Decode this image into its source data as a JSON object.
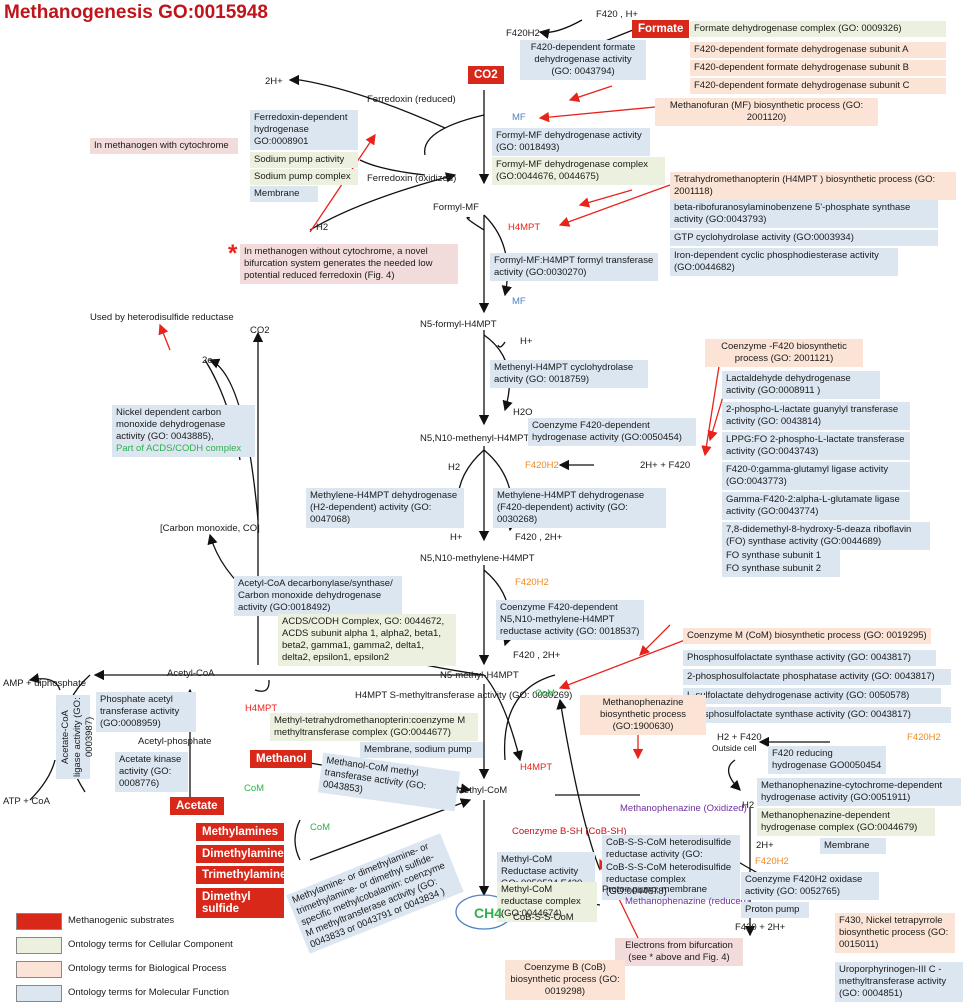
{
  "title": "Methanogenesis GO:0015948",
  "substrates": {
    "formate": "Formate",
    "co2": "CO2",
    "methanol": "Methanol",
    "acetate": "Acetate",
    "methylamines": "Methylamines",
    "dimethylamine": "Dimethylamine",
    "trimethylamine": "Trimethylamine",
    "dimethylsulfide": "Dimethyl sulfide"
  },
  "formate_go": [
    "Formate dehydrogenase complex (GO: 0009326)",
    "F420-dependent formate dehydrogenase subunit A",
    "F420-dependent formate dehydrogenase subunit B",
    "F420-dependent formate dehydrogenase subunit C"
  ],
  "f420_formate_dh": "F420-dependent formate dehydrogenase activity (GO: 0043794)",
  "f420h2_top": "F420H2",
  "f420_hplus_top": "F420 , H+",
  "mf_biosynth": "Methanofuran (MF) biosynthetic process (GO: 2001120)",
  "h4mpt_biosynth": "Tetrahydromethanopterin (H4MPT ) biosynthetic process (GO: 2001118)",
  "h4mpt_genes": [
    "beta-ribofuranosylaminobenzene 5'-phosphate synthase activity (GO:0043793)",
    "GTP cyclohydrolase activity (GO:0003934)",
    "Iron-dependent cyclic phosphodiesterase activity (GO:0044682)"
  ],
  "ferredoxin": {
    "reduced": "Ferredoxin (reduced)",
    "oxidized": "Ferredoxin (oxidized)",
    "h2plus": "2H+",
    "h2": "H2",
    "hydrogenase": "Ferredoxin-dependent hydrogenase GO:0008901",
    "sodium_pump": "Sodium pump activity",
    "sodium_complex": "Sodium pump complex",
    "membrane": "Membrane",
    "with_cyt": "In methanogen with cytochrome",
    "without_cyt": "In methanogen without cytochrome, a novel bifurcation system generates the needed low potential reduced ferredoxin (Fig. 4)"
  },
  "asterisk": "*",
  "mf": "MF",
  "formyl_mf_dh": "Formyl-MF dehydrogenase activity (GO: 0018493)",
  "formyl_mf_complex": "Formyl-MF dehydrogenase complex (GO:0044676, 0044675)",
  "formyl_mf": "Formyl-MF",
  "h4mpt": "H4MPT",
  "formyl_transferase": "Formyl-MF:H4MPT formyl transferase activity (GO:0030270)",
  "n5_formyl": "N5-formyl-H4MPT",
  "hplus": "H+",
  "h2o": "H2O",
  "cyclohydrolase": "Methenyl-H4MPT cyclohydrolase activity (GO: 0018759)",
  "methenyl": "N5,N10-methenyl-H4MPT",
  "coenzyme_f420_dh": "Coenzyme F420-dependent hydrogenase activity (GO:0050454)",
  "f420h2": "F420H2",
  "h2plus_f420": "2H+ + F420",
  "mtd_h2": "Methylene-H4MPT dehydrogenase (H2-dependent) activity (GO: 0047068)",
  "mtd_f420": "Methylene-H4MPT dehydrogenase (F420-dependent) activity (GO: 0030268)",
  "h2": "H2",
  "f420_2h": "F420 , 2H+",
  "methylene": "N5,N10-methylene-H4MPT",
  "mer": "Coenzyme F420-dependent N5,N10-methylene-H4MPT reductase activity (GO: 0018537)",
  "f420_2h_b": "F420 , 2H+",
  "methyl_h4mpt": "N5-methyl-H4MPT",
  "coenzyme_f420_biosynth": "Coenzyme -F420 biosynthetic process (GO: 2001121)",
  "f420_genes": [
    "Lactaldehyde dehydrogenase activity (GO:0008911 )",
    "2-phospho-L-lactate guanylyl transferase activity (GO: 0043814)",
    "LPPG:FO 2-phospho-L-lactate transferase activity (GO:0043743)",
    "F420-0:gamma-glutamyl ligase activity (GO:0043773)",
    "Gamma-F420-2:alpha-L-glutamate ligase activity (GO:0043774)",
    "7,8-didemethyl-8-hydroxy-5-deaza riboflavin (FO) synthase activity (GO:0044689)",
    "FO synthase subunit 1",
    "FO synthase subunit 2"
  ],
  "co_dh": "Nickel dependent carbon monoxide dehydrogenase activity (GO: 0043885),",
  "acds_part": "Part of ACDS/CODH complex",
  "used_by_hdr": "Used by heterodisulfide reductase",
  "co2_left": "CO2",
  "two_e": "2e-",
  "carbon_monoxide": "[Carbon monoxide, CO]",
  "acds": "Acetyl-CoA decarbonylase/synthase/ Carbon monoxide dehydrogenase activity (GO:0018492)",
  "acds_complex": "ACDS/CODH Complex, GO: 0044672, ACDS subunit alpha 1, alpha2, beta1, beta2, gamma1, gamma2, delta1, delta2, epsilon1, epsilon2",
  "acetyl_coa": "Acetyl-CoA",
  "amp": "AMP + diphosphate",
  "atp": "ATP + CoA",
  "acetate_ligase": "Acetate-CoA ligase activity (GO: 0003987)",
  "pta": "Phosphate acetyl transferase activity (GO:0008959)",
  "acetyl_phosphate": "Acetyl-phosphate",
  "ack": "Acetate kinase activity (GO: 0008776)",
  "mtr": "H4MPT S-methyltransferase activity (GO: 0030269)",
  "mtr_complex": "Methyl-tetrahydromethanopterin:coenzyme M methyltransferase complex (GO:0044677)",
  "membrane_pump": "Membrane, sodium pump",
  "h4mpt_left": "H4MPT",
  "com": "CoM",
  "com_b": "CoM",
  "com_c": "CoM",
  "com_biosynth": "Coenzyme M (CoM) biosynthetic process (GO: 0019295)",
  "com_genes": [
    "Phosphosulfolactate synthase activity (GO: 0043817)",
    "2-phosphosulfolactate phosphatase activity (GO: 0043817)",
    "L-sulfolactate dehydrogenase activity (GO: 0050578)",
    "Phosphosulfolactate synthase activity (GO: 0043817)"
  ],
  "methanol_transferase": "Methanol-CoM methyl transferase activity (GO: 0043853)",
  "methyl_com": "Methyl-CoM",
  "h4mpt_out": "H4MPT",
  "methylamine_transferase": "Methylamine- or dimethylamine- or trimethylamine- or dimethyl sulfide-specific methylcobalamin: coenzyme M methyltransferase activity (GO: 0043833 or 0043791 or 0043834 )",
  "cob_sh": "Coenzyme B-SH (CoB-SH)",
  "mcr": "Methyl-CoM Reductase activity GO: 0050524 F430-dependent",
  "mcr_complex": "Methyl-CoM reductase complex (GO:0044674)",
  "cob_s_s_com": "CoB-S-S-CoM",
  "ch4": "CH4",
  "methanophenazine_biosynth": "Methanophenazine biosynthetic process (GO:1900630)",
  "methanophenazine_ox": "Methanophenazine (Oxidized)",
  "hdr": "CoB-S-S-CoM heterodisulfide reductase activity (GO: 0051912)",
  "hdr_complex": "CoB-S-S-CoM heterodisulfide reductase complex (GO:0044678)",
  "proton_membrane": "Proton pump, membrane",
  "methanophenazine_red": "Methanophenazine (reduced)",
  "h2_plus_f420": "H2 + F420",
  "f420h2_right": "F420H2",
  "outside_cell": "Outside cell",
  "f420_hydrogenase": "F420 reducing hydrogenase GO0050454",
  "h2_b": "H2",
  "methanophenazine_hydrogenase": "Methanophenazine-cytochrome-dependent hydrogenase activity (GO:0051911)",
  "methanophenazine_complex": "Methanophenazine-dependent hydrogenase complex (GO:0044679)",
  "membrane_b": "Membrane",
  "two_h_plus": "2H+",
  "f420h2_oxidase": "Coenzyme F420H2 oxidase activity (GO: 0052765)",
  "proton_pump": "Proton pump",
  "f420_2h_c": "F420 + 2H+",
  "f430_biosynth": "F430, Nickel tetrapyrrole biosynthetic process (GO: 0015011)",
  "uroporphyrinogen": "Uroporphyrinogen-III C -methyltransferase activity (GO: 0004851)",
  "electrons_bifurcation": "Electrons from bifurcation (see * above and Fig. 4)",
  "cob_biosynth": "Coenzyme B (CoB) biosynthetic process (GO: 0019298)",
  "legend": [
    "Methanogenic substrates",
    "Ontology terms for Cellular Component",
    "Ontology terms for Biological Process",
    "Ontology terms for Molecular Function"
  ],
  "colors": {
    "substrate": "#d7281a",
    "component": "#ebf1de",
    "process": "#fbe4d5",
    "function": "#dce6f1",
    "arrow_red": "#e8231b"
  }
}
